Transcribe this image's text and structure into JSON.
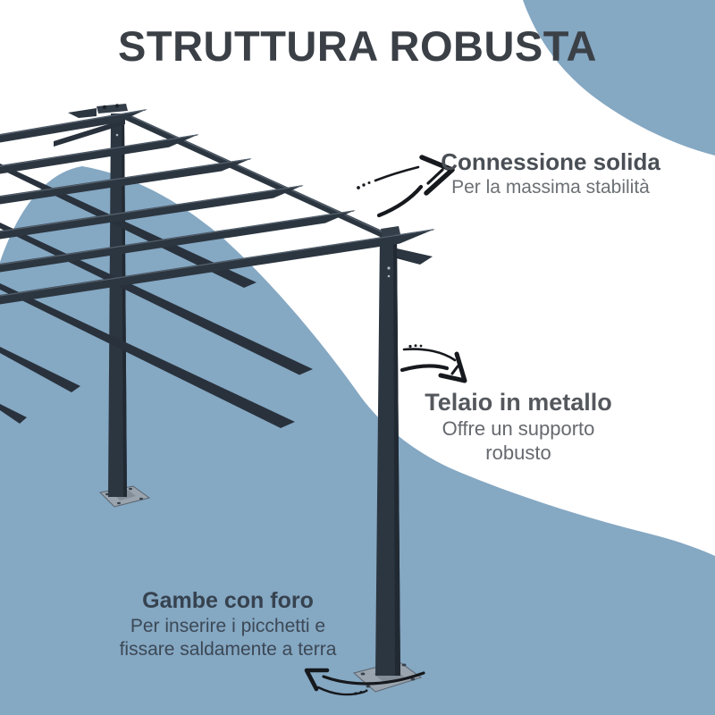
{
  "title": "STRUTTURA ROBUSTA",
  "callouts": {
    "connection": {
      "heading": "Connessione solida",
      "sub_lines": [
        "Per la massima stabilità"
      ]
    },
    "frame": {
      "heading": "Telaio in metallo",
      "sub_lines": [
        "Offre un supporto",
        "robusto"
      ]
    },
    "legs": {
      "heading": "Gambe con foro",
      "sub_lines": [
        "Per inserire i picchetti e",
        "fissare saldamente a terra"
      ]
    }
  },
  "colors": {
    "background": "#ffffff",
    "accent_blue": "#85a8c3",
    "frame_dark": "#2c3640",
    "title_text": "#3b4047",
    "callout_heading": "#4a4f55",
    "callout_sub": "#6b7075",
    "legs_text": "#36424f",
    "arrow_black": "#16191d"
  }
}
